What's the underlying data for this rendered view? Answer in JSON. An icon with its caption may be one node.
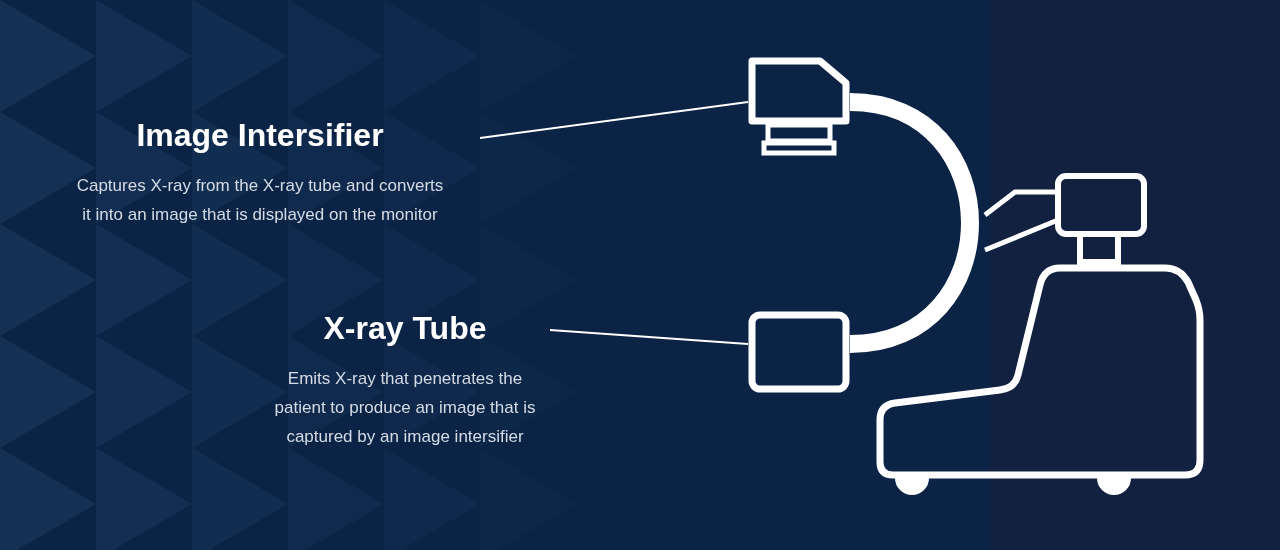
{
  "diagram": {
    "nodes": [
      {
        "text": [
          "Image Intersifier",
          "Captures X-ray from the X-ray tube  and converts it into an image that is displayed on the monitor"
        ]
      },
      {
        "text": [
          "X-ray Tube",
          "Emits X-ray that penetrates the patient to produce an image that is captured by an image intersifier"
        ]
      },
      {
        "text": [],
        "shape": "picture"
      },
      {
        "text": [],
        "shape": "box"
      }
    ],
    "edges": [
      {
        "from": 0,
        "to": 2,
        "arrow": "none"
      },
      {
        "from": 1,
        "to": 3,
        "arrow": "none"
      },
      {
        "from": 2,
        "to": 3,
        "arrow": "none",
        "style": "thick"
      }
    ]
  }
}
